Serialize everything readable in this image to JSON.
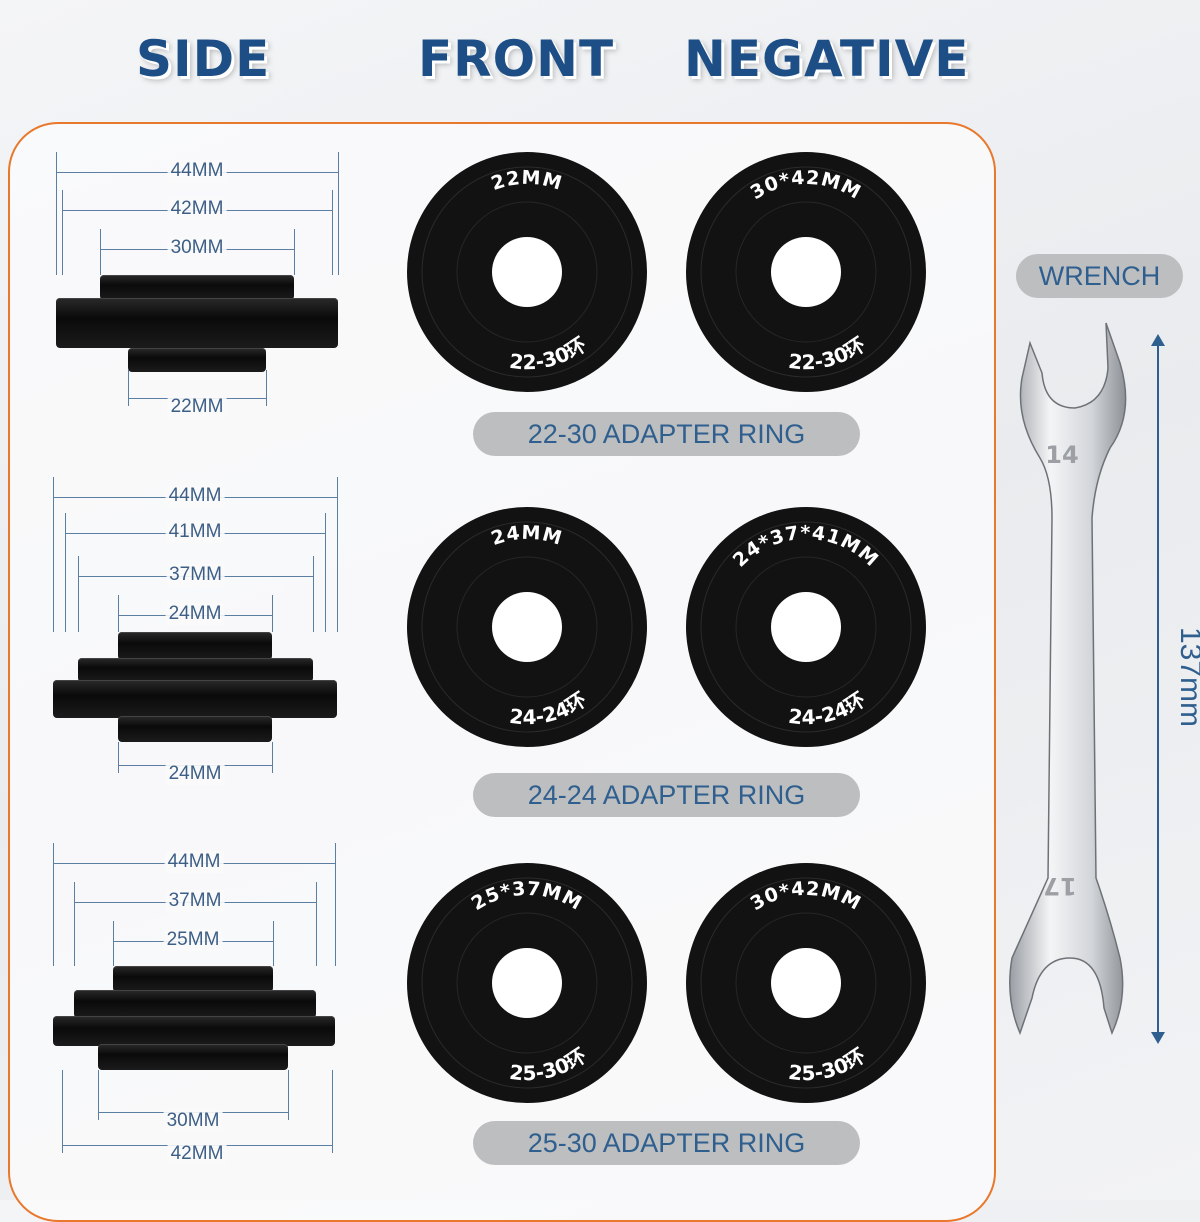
{
  "headers": {
    "side": "SIDE",
    "front": "FRONT",
    "negative": "NEGATIVE"
  },
  "rows": [
    {
      "top_dims": [
        "44MM",
        "42MM",
        "30MM"
      ],
      "bottom_dims": [
        "22MM"
      ],
      "front_top": "22MM",
      "front_bottom": "22-30环",
      "negative_top": "30*42MM",
      "negative_bottom": "22-30环",
      "label": "22-30 ADAPTER RING"
    },
    {
      "top_dims": [
        "44MM",
        "41MM",
        "37MM",
        "24MM"
      ],
      "bottom_dims": [
        "24MM"
      ],
      "front_top": "24MM",
      "front_bottom": "24-24环",
      "negative_top": "24*37*41MM",
      "negative_bottom": "24-24环",
      "label": "24-24 ADAPTER RING"
    },
    {
      "top_dims": [
        "44MM",
        "37MM",
        "25MM"
      ],
      "bottom_dims": [
        "30MM",
        "42MM"
      ],
      "front_top": "25*37MM",
      "front_bottom": "25-30环",
      "negative_top": "30*42MM",
      "negative_bottom": "25-30环",
      "label": "25-30 ADAPTER RING"
    }
  ],
  "wrench": {
    "label": "WRENCH",
    "length": "137mm",
    "size_top": "14",
    "size_bottom": "17"
  },
  "colors": {
    "accent": "#e8782c",
    "title": "#1d4f86",
    "label": "#2f5f8e"
  }
}
